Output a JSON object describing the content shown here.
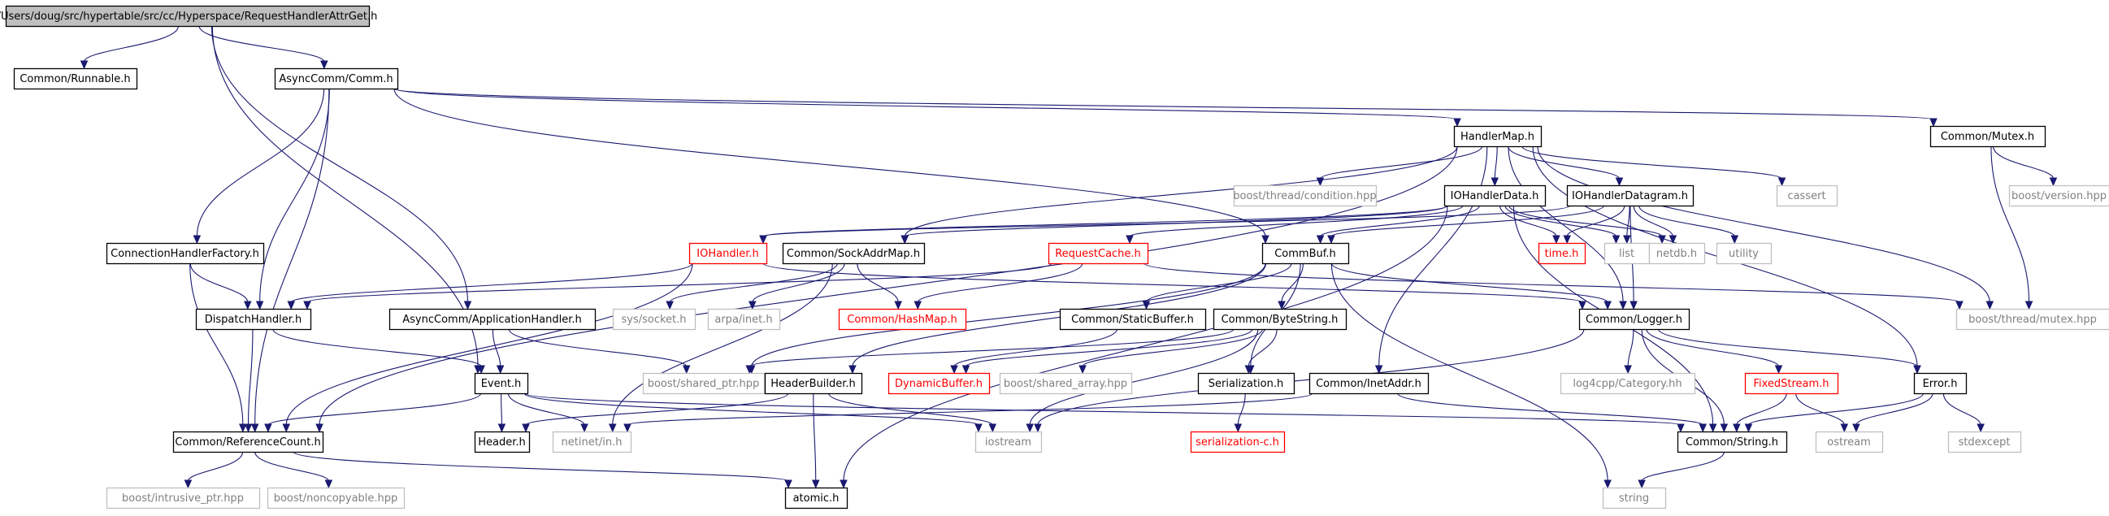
{
  "diagram": {
    "colors": {
      "edge": "#191970",
      "root_fill": "#bfbfbf",
      "default_border": "#000000",
      "default_text": "#000000",
      "red_border": "#ff0000",
      "red_text": "#ff0000",
      "gray_border": "#bfbfbf",
      "gray_text": "#808080"
    },
    "nodes": [
      {
        "id": "root",
        "label": "/Users/doug/src/hypertable/src/cc/Hyperspace/RequestHandlerAttrGet.h",
        "style": "root"
      },
      {
        "id": "runnable",
        "label": "Common/Runnable.h",
        "style": "default"
      },
      {
        "id": "comm",
        "label": "AsyncComm/Comm.h",
        "style": "default"
      },
      {
        "id": "handlermap",
        "label": "HandlerMap.h",
        "style": "default"
      },
      {
        "id": "mutex",
        "label": "Common/Mutex.h",
        "style": "default"
      },
      {
        "id": "condition",
        "label": "boost/thread/condition.hpp",
        "style": "gray"
      },
      {
        "id": "cassert",
        "label": "cassert",
        "style": "gray"
      },
      {
        "id": "boostversion",
        "label": "boost/version.hpp",
        "style": "gray"
      },
      {
        "id": "iohandlerdata",
        "label": "IOHandlerData.h",
        "style": "default"
      },
      {
        "id": "iohandlerdatagram",
        "label": "IOHandlerDatagram.h",
        "style": "default"
      },
      {
        "id": "connfactory",
        "label": "ConnectionHandlerFactory.h",
        "style": "default"
      },
      {
        "id": "iohandler",
        "label": "IOHandler.h",
        "style": "red"
      },
      {
        "id": "sockaddrmap",
        "label": "Common/SockAddrMap.h",
        "style": "default"
      },
      {
        "id": "requestcache",
        "label": "RequestCache.h",
        "style": "red"
      },
      {
        "id": "commbuf",
        "label": "CommBuf.h",
        "style": "default"
      },
      {
        "id": "time",
        "label": "time.h",
        "style": "red"
      },
      {
        "id": "list",
        "label": "list",
        "style": "gray"
      },
      {
        "id": "netdb",
        "label": "netdb.h",
        "style": "gray"
      },
      {
        "id": "utility",
        "label": "utility",
        "style": "gray"
      },
      {
        "id": "dispatchhandler",
        "label": "DispatchHandler.h",
        "style": "default"
      },
      {
        "id": "apphandler",
        "label": "AsyncComm/ApplicationHandler.h",
        "style": "default"
      },
      {
        "id": "syssocket",
        "label": "sys/socket.h",
        "style": "gray"
      },
      {
        "id": "arpainet",
        "label": "arpa/inet.h",
        "style": "gray"
      },
      {
        "id": "hashmap",
        "label": "Common/HashMap.h",
        "style": "red"
      },
      {
        "id": "staticbuffer",
        "label": "Common/StaticBuffer.h",
        "style": "default"
      },
      {
        "id": "bytestring",
        "label": "Common/ByteString.h",
        "style": "default"
      },
      {
        "id": "logger",
        "label": "Common/Logger.h",
        "style": "default"
      },
      {
        "id": "boostmutex",
        "label": "boost/thread/mutex.hpp",
        "style": "gray"
      },
      {
        "id": "event",
        "label": "Event.h",
        "style": "default"
      },
      {
        "id": "sharedptr",
        "label": "boost/shared_ptr.hpp",
        "style": "gray"
      },
      {
        "id": "headerbuilder",
        "label": "HeaderBuilder.h",
        "style": "default"
      },
      {
        "id": "dynamicbuffer",
        "label": "DynamicBuffer.h",
        "style": "red"
      },
      {
        "id": "sharedarray",
        "label": "boost/shared_array.hpp",
        "style": "gray"
      },
      {
        "id": "serialization",
        "label": "Serialization.h",
        "style": "default"
      },
      {
        "id": "inetaddr",
        "label": "Common/InetAddr.h",
        "style": "default"
      },
      {
        "id": "log4cpp",
        "label": "log4cpp/Category.hh",
        "style": "gray"
      },
      {
        "id": "fixedstream",
        "label": "FixedStream.h",
        "style": "red"
      },
      {
        "id": "error",
        "label": "Error.h",
        "style": "default"
      },
      {
        "id": "refcount",
        "label": "Common/ReferenceCount.h",
        "style": "default"
      },
      {
        "id": "header",
        "label": "Header.h",
        "style": "default"
      },
      {
        "id": "netinet",
        "label": "netinet/in.h",
        "style": "gray"
      },
      {
        "id": "iostream",
        "label": "iostream",
        "style": "gray"
      },
      {
        "id": "serializationc",
        "label": "serialization-c.h",
        "style": "red"
      },
      {
        "id": "commonstring",
        "label": "Common/String.h",
        "style": "default"
      },
      {
        "id": "ostream",
        "label": "ostream",
        "style": "gray"
      },
      {
        "id": "stdexcept",
        "label": "stdexcept",
        "style": "gray"
      },
      {
        "id": "intrusiveptr",
        "label": "boost/intrusive_ptr.hpp",
        "style": "gray"
      },
      {
        "id": "noncopyable",
        "label": "boost/noncopyable.hpp",
        "style": "gray"
      },
      {
        "id": "atomic",
        "label": "atomic.h",
        "style": "default"
      },
      {
        "id": "string",
        "label": "string",
        "style": "gray"
      }
    ],
    "edges": [
      [
        "root",
        "runnable"
      ],
      [
        "root",
        "comm"
      ],
      [
        "root",
        "apphandler"
      ],
      [
        "root",
        "event"
      ],
      [
        "comm",
        "handlermap"
      ],
      [
        "comm",
        "mutex"
      ],
      [
        "comm",
        "connfactory"
      ],
      [
        "comm",
        "dispatchhandler"
      ],
      [
        "comm",
        "commbuf"
      ],
      [
        "comm",
        "refcount"
      ],
      [
        "handlermap",
        "condition"
      ],
      [
        "handlermap",
        "cassert"
      ],
      [
        "handlermap",
        "iohandlerdata"
      ],
      [
        "handlermap",
        "iohandlerdatagram"
      ],
      [
        "handlermap",
        "sockaddrmap"
      ],
      [
        "handlermap",
        "refcount"
      ],
      [
        "handlermap",
        "boostmutex"
      ],
      [
        "handlermap",
        "error"
      ],
      [
        "handlermap",
        "logger"
      ],
      [
        "handlermap",
        "inetaddr"
      ],
      [
        "mutex",
        "boostversion"
      ],
      [
        "mutex",
        "boostmutex"
      ],
      [
        "iohandlerdata",
        "iohandler"
      ],
      [
        "iohandlerdata",
        "sockaddrmap"
      ],
      [
        "iohandlerdata",
        "requestcache"
      ],
      [
        "iohandlerdata",
        "commbuf"
      ],
      [
        "iohandlerdata",
        "time"
      ],
      [
        "iohandlerdata",
        "list"
      ],
      [
        "iohandlerdata",
        "netdb"
      ],
      [
        "iohandlerdata",
        "atomic"
      ],
      [
        "iohandlerdata",
        "commonstring"
      ],
      [
        "iohandlerdatagram",
        "iohandler"
      ],
      [
        "iohandlerdatagram",
        "commbuf"
      ],
      [
        "iohandlerdatagram",
        "time"
      ],
      [
        "iohandlerdatagram",
        "list"
      ],
      [
        "iohandlerdatagram",
        "netdb"
      ],
      [
        "iohandlerdatagram",
        "utility"
      ],
      [
        "iohandlerdatagram",
        "logger"
      ],
      [
        "connfactory",
        "dispatchhandler"
      ],
      [
        "connfactory",
        "refcount"
      ],
      [
        "iohandler",
        "dispatchhandler"
      ],
      [
        "iohandler",
        "refcount"
      ],
      [
        "iohandler",
        "logger"
      ],
      [
        "sockaddrmap",
        "syssocket"
      ],
      [
        "sockaddrmap",
        "arpainet"
      ],
      [
        "sockaddrmap",
        "hashmap"
      ],
      [
        "sockaddrmap",
        "netinet"
      ],
      [
        "requestcache",
        "dispatchhandler"
      ],
      [
        "requestcache",
        "hashmap"
      ],
      [
        "requestcache",
        "boostmutex"
      ],
      [
        "commbuf",
        "staticbuffer"
      ],
      [
        "commbuf",
        "bytestring"
      ],
      [
        "commbuf",
        "logger"
      ],
      [
        "commbuf",
        "serialization"
      ],
      [
        "commbuf",
        "sharedptr"
      ],
      [
        "commbuf",
        "headerbuilder"
      ],
      [
        "commbuf",
        "string"
      ],
      [
        "dispatchhandler",
        "event"
      ],
      [
        "dispatchhandler",
        "refcount"
      ],
      [
        "apphandler",
        "event"
      ],
      [
        "apphandler",
        "sharedptr"
      ],
      [
        "staticbuffer",
        "dynamicbuffer"
      ],
      [
        "bytestring",
        "dynamicbuffer"
      ],
      [
        "bytestring",
        "serialization"
      ],
      [
        "bytestring",
        "sharedarray"
      ],
      [
        "bytestring",
        "iostream"
      ],
      [
        "bytestring",
        "sharedptr"
      ],
      [
        "logger",
        "log4cpp"
      ],
      [
        "logger",
        "fixedstream"
      ],
      [
        "logger",
        "error"
      ],
      [
        "logger",
        "commonstring"
      ],
      [
        "logger",
        "iostream"
      ],
      [
        "event",
        "header"
      ],
      [
        "event",
        "netinet"
      ],
      [
        "event",
        "iostream"
      ],
      [
        "event",
        "refcount"
      ],
      [
        "event",
        "commonstring"
      ],
      [
        "headerbuilder",
        "header"
      ],
      [
        "headerbuilder",
        "iostream"
      ],
      [
        "headerbuilder",
        "atomic"
      ],
      [
        "serialization",
        "serializationc"
      ],
      [
        "inetaddr",
        "netinet"
      ],
      [
        "inetaddr",
        "commonstring"
      ],
      [
        "fixedstream",
        "ostream"
      ],
      [
        "fixedstream",
        "commonstring"
      ],
      [
        "error",
        "ostream"
      ],
      [
        "error",
        "stdexcept"
      ],
      [
        "error",
        "commonstring"
      ],
      [
        "refcount",
        "intrusiveptr"
      ],
      [
        "refcount",
        "noncopyable"
      ],
      [
        "refcount",
        "atomic"
      ],
      [
        "commonstring",
        "string"
      ]
    ]
  }
}
